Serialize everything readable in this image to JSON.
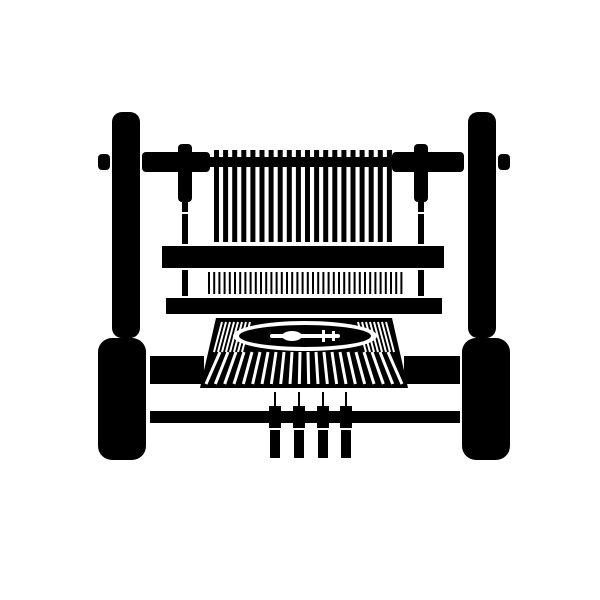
{
  "icon": {
    "name": "weaving-loom-icon",
    "fill": "#000000",
    "background": "#ffffff",
    "parts": {
      "frame_posts": "left-and-right-uprights",
      "warp_beam": "top-crossbar",
      "warp_threads": "vertical-threads",
      "heddle_bars": "two-horizontal-heddle-bars",
      "reed": "fine-vertical-threads-between-bars",
      "cloth": "woven-fabric-with-shuttle",
      "shuttle": "shuttle-icon",
      "treadles": "four-foot-pedals"
    }
  }
}
